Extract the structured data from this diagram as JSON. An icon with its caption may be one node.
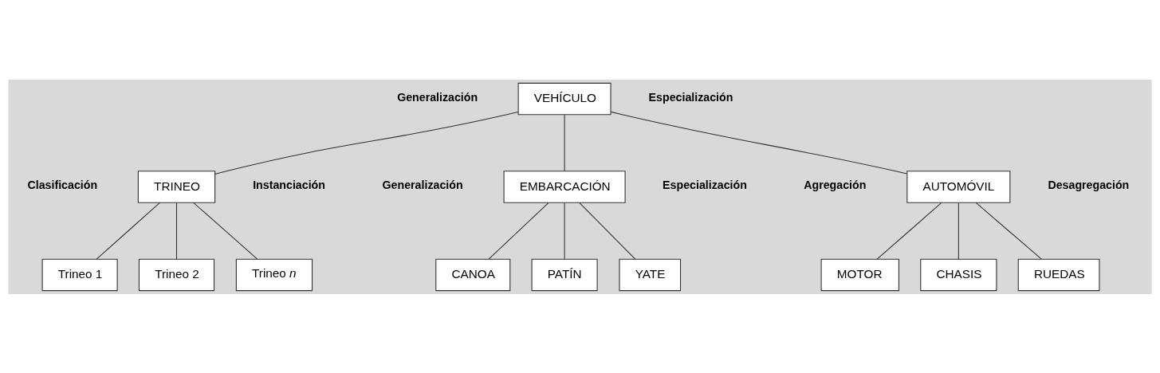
{
  "diagram": {
    "nodes": [
      {
        "text": [
          "VEHÍCULO"
        ]
      },
      {
        "text": [
          "TRINEO"
        ]
      },
      {
        "text": [
          "EMBARCACIÓN"
        ]
      },
      {
        "text": [
          "AUTOMÓVIL"
        ]
      },
      {
        "text": [
          "Trineo 1"
        ]
      },
      {
        "text": [
          "Trineo 2"
        ]
      },
      {
        "text": [
          "Trineo *n*"
        ]
      },
      {
        "text": [
          "CANOA"
        ]
      },
      {
        "text": [
          "PATÍN"
        ]
      },
      {
        "text": [
          "YATE"
        ]
      },
      {
        "text": [
          "MOTOR"
        ]
      },
      {
        "text": [
          "CHASIS"
        ]
      },
      {
        "text": [
          "RUEDAS"
        ]
      }
    ],
    "edges": [
      {
        "from": 0,
        "to": 1,
        "arrow": "none"
      },
      {
        "from": 0,
        "to": 2,
        "arrow": "none"
      },
      {
        "from": 0,
        "to": 3,
        "arrow": "none"
      },
      {
        "from": 1,
        "to": 4,
        "arrow": "none"
      },
      {
        "from": 1,
        "to": 5,
        "arrow": "none"
      },
      {
        "from": 1,
        "to": 6,
        "arrow": "none"
      },
      {
        "from": 2,
        "to": 7,
        "arrow": "none"
      },
      {
        "from": 2,
        "to": 8,
        "arrow": "none"
      },
      {
        "from": 2,
        "to": 9,
        "arrow": "none"
      },
      {
        "from": 3,
        "to": 10,
        "arrow": "none"
      },
      {
        "from": 3,
        "to": 11,
        "arrow": "none"
      },
      {
        "from": 3,
        "to": 12,
        "arrow": "none"
      }
    ],
    "labels": [
      "Generalización",
      "Especialización",
      "Clasificación",
      "Instanciación",
      "Generalización",
      "Especialización",
      "Agregación",
      "Desagregación"
    ]
  }
}
